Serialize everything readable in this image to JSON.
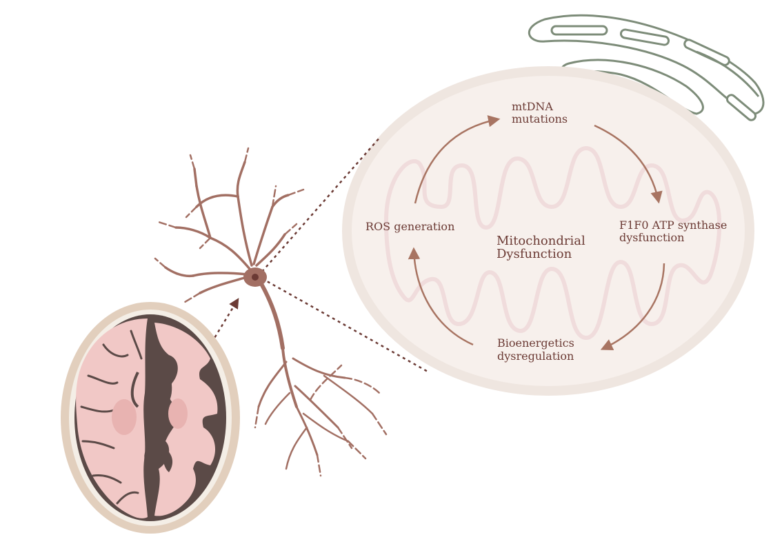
{
  "diagram": {
    "center": {
      "line1": "Mitochondrial",
      "line2": "Dysfunction"
    },
    "cycle": [
      {
        "line1": "mtDNA",
        "line2": "mutations"
      },
      {
        "line1": "F1F0 ATP synthase",
        "line2": "dysfunction"
      },
      {
        "line1": "Bioenergetics",
        "line2": "dysregulation"
      },
      {
        "line1": "ROS generation",
        "line2": ""
      }
    ]
  },
  "colors": {
    "text": "#6b3a34",
    "arrow": "#a87462",
    "dotted": "#6b3a34",
    "mito_fill": "#f7f0ec",
    "mito_membrane": "#f0dcdc",
    "er": "#7d8c79",
    "neuron": "#a26f63",
    "skull": "#e2cfbd",
    "brain": "#f1c8c6",
    "brain_dark": "#5b4a47"
  }
}
